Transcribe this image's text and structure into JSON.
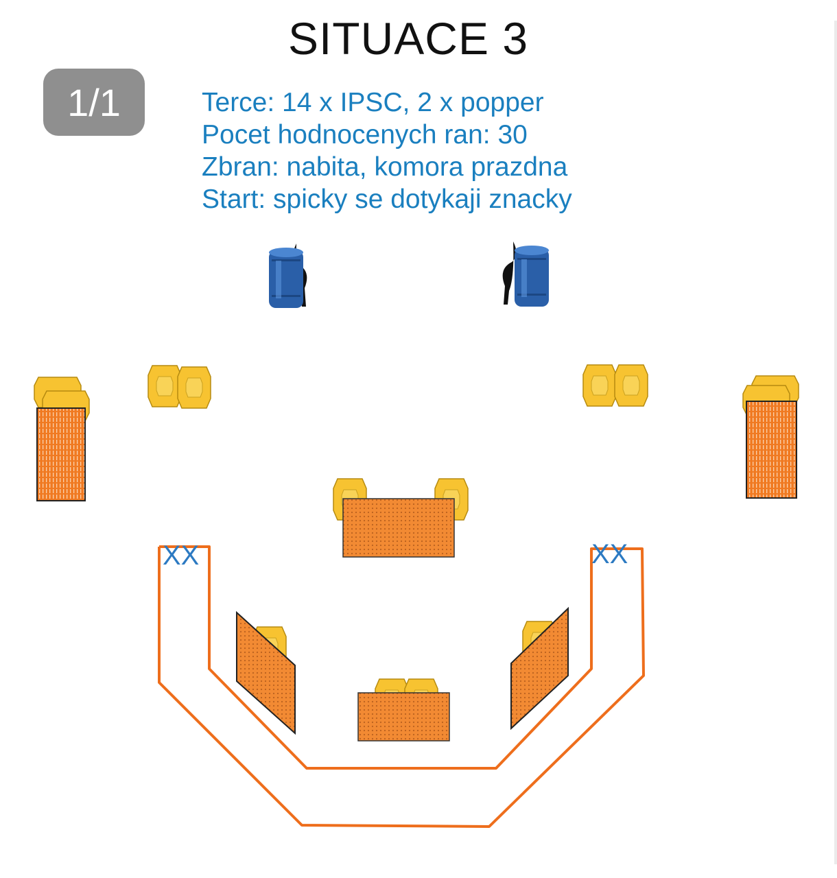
{
  "title": "SITUACE 3",
  "page_indicator": "1/1",
  "briefing": {
    "targets": "Terce: 14 x IPSC, 2 x popper",
    "scored_hits": "Pocet hodnocenych ran: 30",
    "weapon": "Zbran: nabita, komora prazdna",
    "start": "Start: spicky se dotykaji znacky"
  },
  "start_marks": {
    "left": "XX",
    "right": "XX"
  },
  "colors": {
    "path": "#ee6e1c",
    "target": "#f7c331",
    "barrel": "#2a5fa8",
    "text_accent": "#1a7fbf"
  }
}
